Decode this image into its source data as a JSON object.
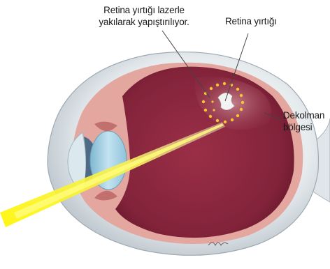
{
  "labels": {
    "laser_line1": "Retina yırtığı lazerle",
    "laser_line2": "yakılarak yapıştırılıyor.",
    "tear": "Retina yırtığı",
    "detachment_line1": "Dekolman",
    "detachment_line2": "bölgesi"
  },
  "colors": {
    "sclera": "#e9edf0",
    "retina": "#7a2135",
    "vitreous": "#8b2a3f",
    "choroid": "#d98d88",
    "lens": "#a9d4e6",
    "iris": "#4d6a86",
    "laser_beam": "#f4f014",
    "laser_spots": "#f6c531"
  }
}
